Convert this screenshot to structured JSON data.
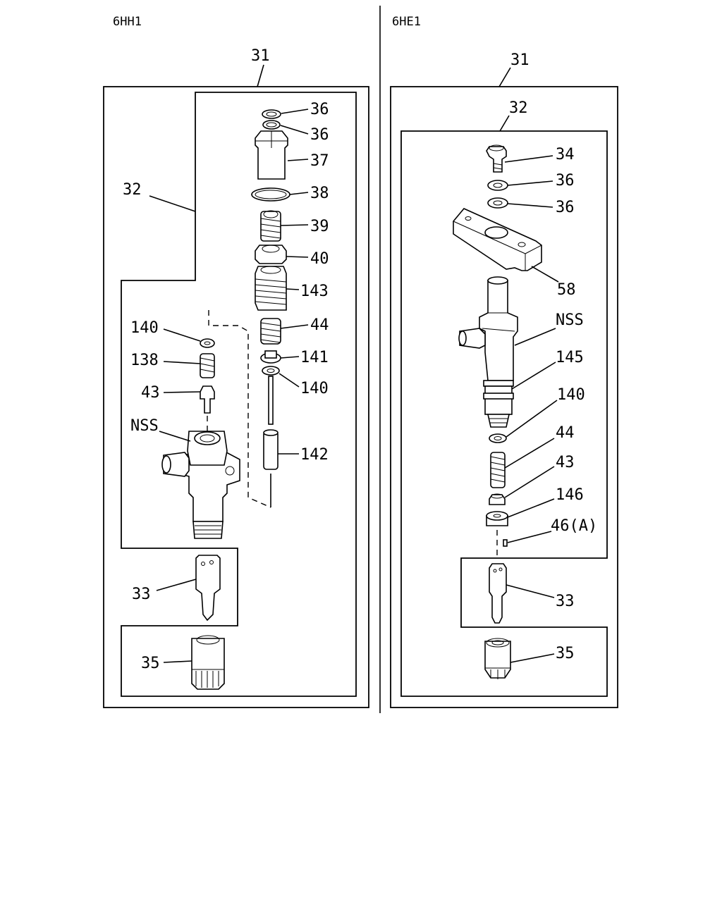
{
  "titles": {
    "left": "6HH1",
    "right": "6HE1"
  },
  "left": {
    "l31": "31",
    "l32": "32",
    "l36a": "36",
    "l36b": "36",
    "l37": "37",
    "l38": "38",
    "l39": "39",
    "l40": "40",
    "l143": "143",
    "l44": "44",
    "l141": "141",
    "l140r": "140",
    "l142": "142",
    "l140l": "140",
    "l138": "138",
    "l43": "43",
    "lnss": "NSS",
    "l33": "33",
    "l35": "35"
  },
  "right": {
    "l31": "31",
    "l32": "32",
    "l34": "34",
    "l36a": "36",
    "l36b": "36",
    "l58": "58",
    "lnss": "NSS",
    "l145": "145",
    "l140": "140",
    "l44": "44",
    "l43": "43",
    "l146": "146",
    "l46": "46(A)",
    "l33": "33",
    "l35": "35"
  }
}
